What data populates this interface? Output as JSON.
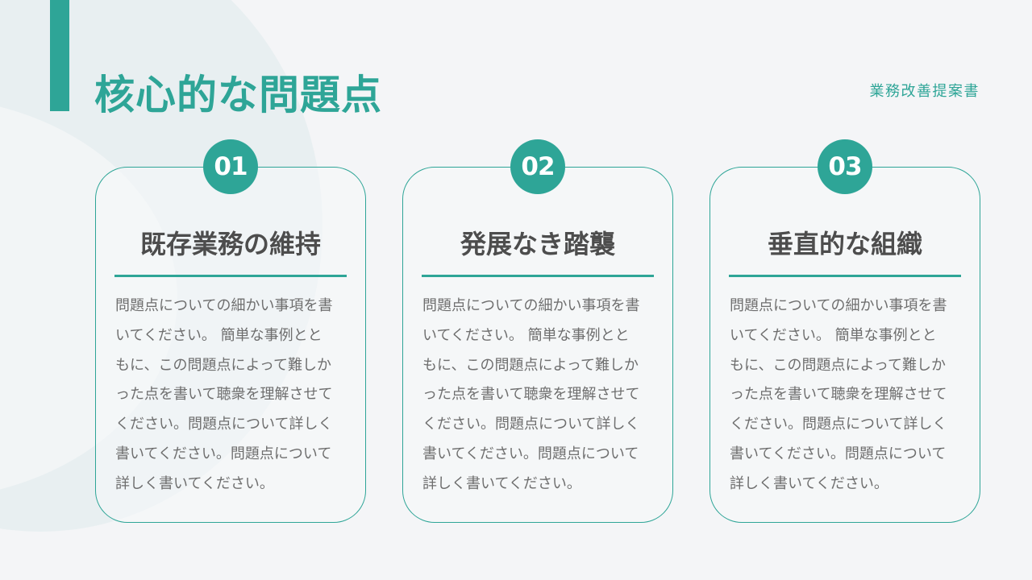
{
  "header": {
    "title": "核心的な問題点",
    "document_label": "業務改善提案書"
  },
  "colors": {
    "accent": "#2ea597",
    "heading_text": "#4d4d4d",
    "body_text": "#6e6e6e",
    "background": "#f4f5f7"
  },
  "cards": [
    {
      "number": "01",
      "heading": "既存業務の維持",
      "body_lines": [
        "問題点についての細かい事項を書",
        "いてください。 簡単な事例とと",
        "もに、この問題点によって難しか",
        "った点を書いて聴衆を理解させて",
        "ください。問題点について詳しく",
        "書いてください。問題点について",
        "詳しく書いてください。"
      ]
    },
    {
      "number": "02",
      "heading": "発展なき踏襲",
      "body_lines": [
        "問題点についての細かい事項を書",
        "いてください。 簡単な事例とと",
        "もに、この問題点によって難しか",
        "った点を書いて聴衆を理解させて",
        "ください。問題点について詳しく",
        "書いてください。問題点について",
        "詳しく書いてください。"
      ]
    },
    {
      "number": "03",
      "heading": "垂直的な組織",
      "body_lines": [
        "問題点についての細かい事項を書",
        "いてください。 簡単な事例とと",
        "もに、この問題点によって難しか",
        "った点を書いて聴衆を理解させて",
        "ください。問題点について詳しく",
        "書いてください。問題点について",
        "詳しく書いてください。"
      ]
    }
  ]
}
